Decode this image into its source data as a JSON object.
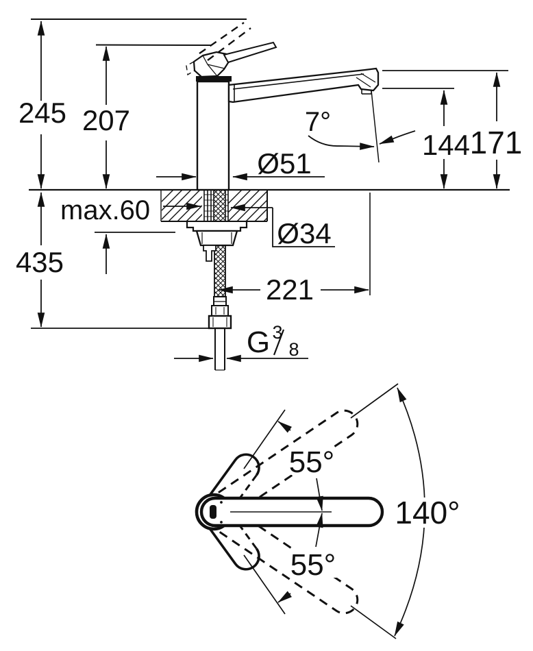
{
  "side_view": {
    "overall_height": "245",
    "height_to_lever": "207",
    "under_counter_depth": "435",
    "max_counter_thickness": "max.60",
    "base_diameter": "Ø51",
    "hole_diameter": "Ø34",
    "outlet_height": "144",
    "spout_top_height": "171",
    "spout_angle": "7°",
    "spout_reach": "221",
    "thread_letter": "G",
    "thread_numerator": "3",
    "thread_denominator": "8"
  },
  "top_view": {
    "swivel_upper": "55°",
    "swivel_lower": "55°",
    "swivel_total": "140°"
  }
}
